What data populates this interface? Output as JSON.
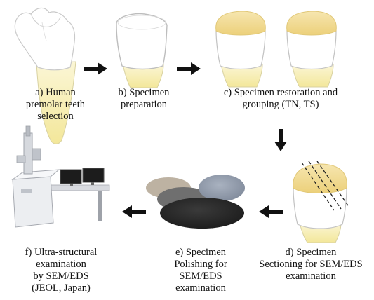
{
  "steps": [
    {
      "id": "a",
      "lines": [
        "a) Human",
        "premolar teeth",
        "selection"
      ]
    },
    {
      "id": "b",
      "lines": [
        "b) Specimen",
        "preparation"
      ]
    },
    {
      "id": "c",
      "lines": [
        "c) Specimen restoration and",
        "grouping (TN, TS)"
      ]
    },
    {
      "id": "d",
      "lines": [
        "d) Specimen",
        "Sectioning for SEM/EDS",
        "examination"
      ]
    },
    {
      "id": "e",
      "lines": [
        "e) Specimen",
        "Polishing for",
        "SEM/EDS",
        "examination"
      ]
    },
    {
      "id": "f",
      "lines": [
        "f) Ultra-structural",
        "examination",
        "by SEM/EDS",
        "(JEOL, Japan)"
      ]
    }
  ],
  "colors": {
    "root": "#f7efb2",
    "restoration": "#f2d98a",
    "outline": "#c9c9c9",
    "arrow": "#111111",
    "disc_dark": "#262626",
    "disc_grey": "#6f6f6f",
    "disc_beige": "#bdb2a2",
    "disc_blue": "#8e98a8",
    "machine": "#eceef1"
  }
}
